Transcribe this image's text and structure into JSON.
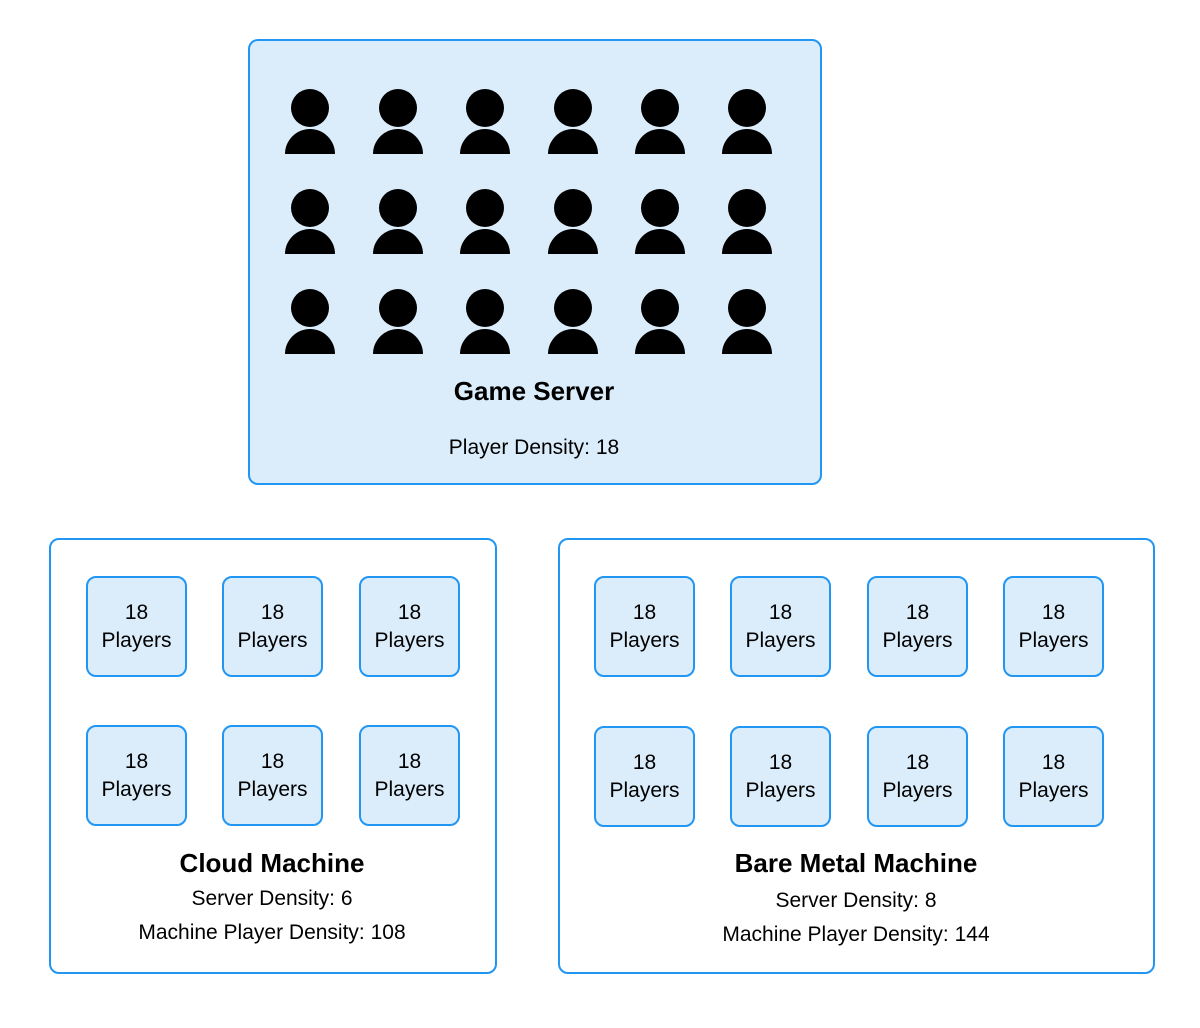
{
  "game_server": {
    "title": "Game Server",
    "density_label": "Player Density: 18",
    "player_count": 18,
    "icon": "person-icon"
  },
  "cloud_machine": {
    "title": "Cloud Machine",
    "server_density": "Server Density: 6",
    "machine_density": "Machine Player Density: 108",
    "servers": [
      {
        "count": "18",
        "label": "Players"
      },
      {
        "count": "18",
        "label": "Players"
      },
      {
        "count": "18",
        "label": "Players"
      },
      {
        "count": "18",
        "label": "Players"
      },
      {
        "count": "18",
        "label": "Players"
      },
      {
        "count": "18",
        "label": "Players"
      }
    ]
  },
  "bare_metal_machine": {
    "title": "Bare Metal Machine",
    "server_density": "Server Density: 8",
    "machine_density": "Machine Player Density: 144",
    "servers": [
      {
        "count": "18",
        "label": "Players"
      },
      {
        "count": "18",
        "label": "Players"
      },
      {
        "count": "18",
        "label": "Players"
      },
      {
        "count": "18",
        "label": "Players"
      },
      {
        "count": "18",
        "label": "Players"
      },
      {
        "count": "18",
        "label": "Players"
      },
      {
        "count": "18",
        "label": "Players"
      },
      {
        "count": "18",
        "label": "Players"
      }
    ]
  },
  "colors": {
    "border": "#2196f3",
    "fill": "#dbedfb"
  }
}
